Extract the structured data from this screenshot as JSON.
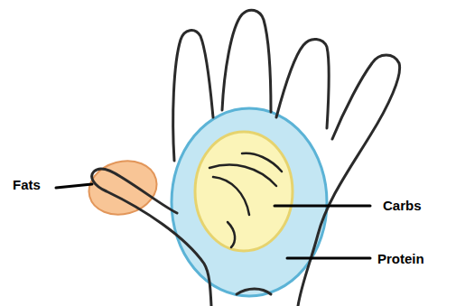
{
  "diagram": {
    "labels": [
      "Fats",
      "Carbs",
      "Protein"
    ]
  }
}
